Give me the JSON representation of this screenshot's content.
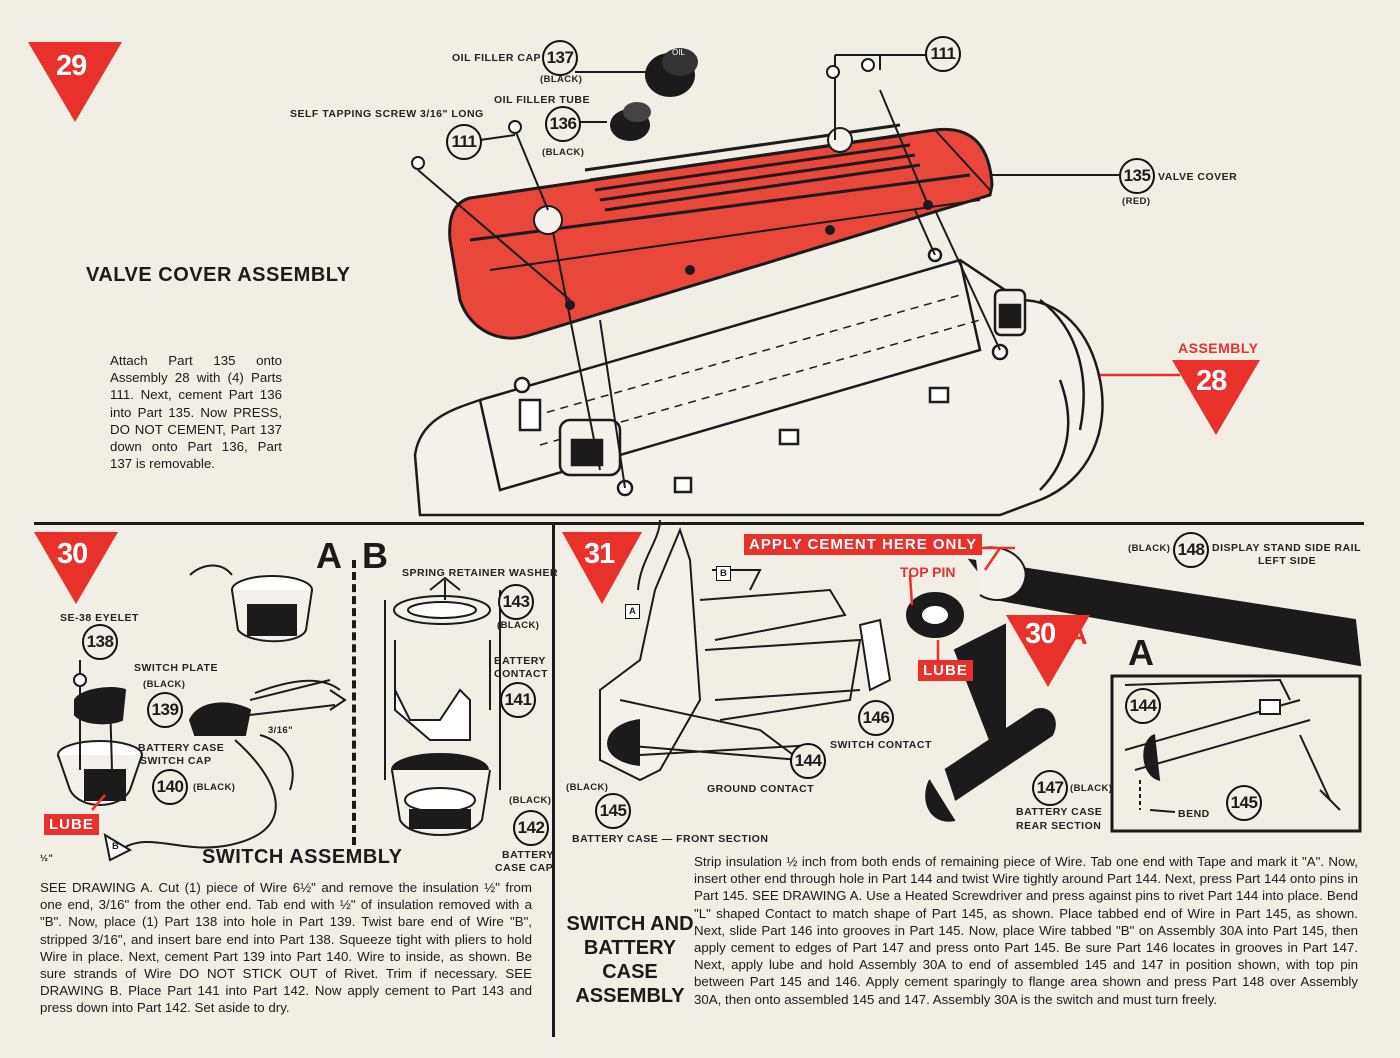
{
  "step29": {
    "number": "29",
    "heading": "VALVE COVER ASSEMBLY",
    "text": "Attach Part 135 onto Assembly 28 with (4) Parts 111. Next, cement Part 136 into Part 135. Now PRESS, DO NOT CEMENT, Part 137 down onto Part 136, Part 137 is removable.",
    "labels": {
      "oil_filler_cap": "OIL FILLER CAP",
      "oil_filler_cap_num": "137",
      "oil_filler_cap_color": "(BLACK)",
      "oil_filler_tube": "OIL FILLER TUBE",
      "oil_filler_tube_num": "136",
      "oil_filler_tube_color": "(BLACK)",
      "screw": "SELF TAPPING SCREW 3/16\" LONG",
      "screw_num": "111",
      "screw_num_top": "111",
      "valve_cover": "VALVE COVER",
      "valve_cover_num": "135",
      "valve_cover_color": "(RED)",
      "assembly_word": "ASSEMBLY",
      "assembly_num": "28"
    }
  },
  "step30": {
    "number": "30",
    "heading": "SWITCH ASSEMBLY",
    "drawing_a": "A",
    "drawing_b": "B",
    "labels": {
      "eyelet": "SE-38 EYELET",
      "eyelet_num": "138",
      "switch_plate": "SWITCH PLATE",
      "switch_plate_color": "(BLACK)",
      "switch_plate_num": "139",
      "cap": "BATTERY CASE",
      "cap2": "SWITCH CAP",
      "cap_num": "140",
      "cap_color": "(BLACK)",
      "lube": "LUBE",
      "wire_end": "3/16\"",
      "half_inch": "½\"",
      "wire_b": "B",
      "washer": "SPRING RETAINER WASHER",
      "washer_num": "143",
      "washer_color": "(BLACK)",
      "contact": "BATTERY",
      "contact2": "CONTACT",
      "contact_num": "141",
      "case_cap_color": "(BLACK)",
      "case_cap_num": "142",
      "case_cap": "BATTERY",
      "case_cap2": "CASE CAP"
    },
    "text": "SEE DRAWING A. Cut (1) piece of Wire 6½\" and remove the insulation ½\" from one end, 3/16\" from the other end. Tab end with ½\" of insulation removed with a \"B\". Now, place (1) Part 138 into hole in Part 139. Twist bare end of Wire \"B\", stripped 3/16\", and insert bare end into Part 138. Squeeze tight with pliers to hold Wire in place. Next, cement Part 139 into Part 140. Wire to inside, as shown. Be sure strands of Wire DO NOT STICK OUT of Rivet. Trim if necessary. SEE DRAWING B. Place Part 141 into Part 142. Now apply cement to Part 143 and press down into Part 142. Set aside to dry."
  },
  "step31": {
    "number": "31",
    "heading_lines": [
      "SWITCH AND",
      "BATTERY",
      "CASE",
      "ASSEMBLY"
    ],
    "labels": {
      "apply_cement": "APPLY CEMENT HERE ONLY",
      "top_pin": "TOP PIN",
      "lube": "LUBE",
      "assembly_30a_num": "30",
      "assembly_30a_letter": "A",
      "rail_color": "(BLACK)",
      "rail_num": "148",
      "rail": "DISPLAY STAND SIDE RAIL",
      "rail2": "LEFT SIDE",
      "switch_contact_num": "146",
      "switch_contact": "SWITCH CONTACT",
      "ground_contact_num": "144",
      "ground_contact": "GROUND CONTACT",
      "front_color": "(BLACK)",
      "front_num": "145",
      "front": "BATTERY CASE — FRONT SECTION",
      "rear_num": "147",
      "rear_color": "(BLACK)",
      "rear": "BATTERY CASE",
      "rear2": "REAR SECTION",
      "inset_letter": "A",
      "inset_144": "144",
      "inset_145": "145",
      "bend": "BEND",
      "tag_a": "A",
      "tag_b": "B"
    },
    "text": "Strip insulation ½ inch from both ends of remaining piece of Wire. Tab one end with Tape and mark it \"A\". Now, insert other end through hole in Part 144 and twist Wire tightly around Part 144. Next, press Part 144 onto pins in Part 145. SEE DRAWING A. Use a Heated Screwdriver and press against pins to rivet Part 144 into place. Bend \"L\" shaped Contact to match shape of Part 145, as shown. Place tabbed end of Wire in Part 145, as shown. Next, slide Part 146 into grooves in Part 145. Now, place Wire tabbed \"B\" on Assembly 30A into Part 145, then apply cement to edges of Part 147 and press onto Part 145. Be sure Part 146 locates in grooves in Part 147. Next, apply lube and hold Assembly 30A to end of assembled 145 and 147 in position shown, with top pin between Part 145 and 146. Apply cement sparingly to flange area shown and press Part 148 over Assembly 30A, then onto assembled 145 and 147. Assembly 30A is the switch and must turn freely."
  },
  "colors": {
    "red": "#e8312a",
    "ink": "#1b1b1b",
    "paper": "#f1eee6"
  }
}
